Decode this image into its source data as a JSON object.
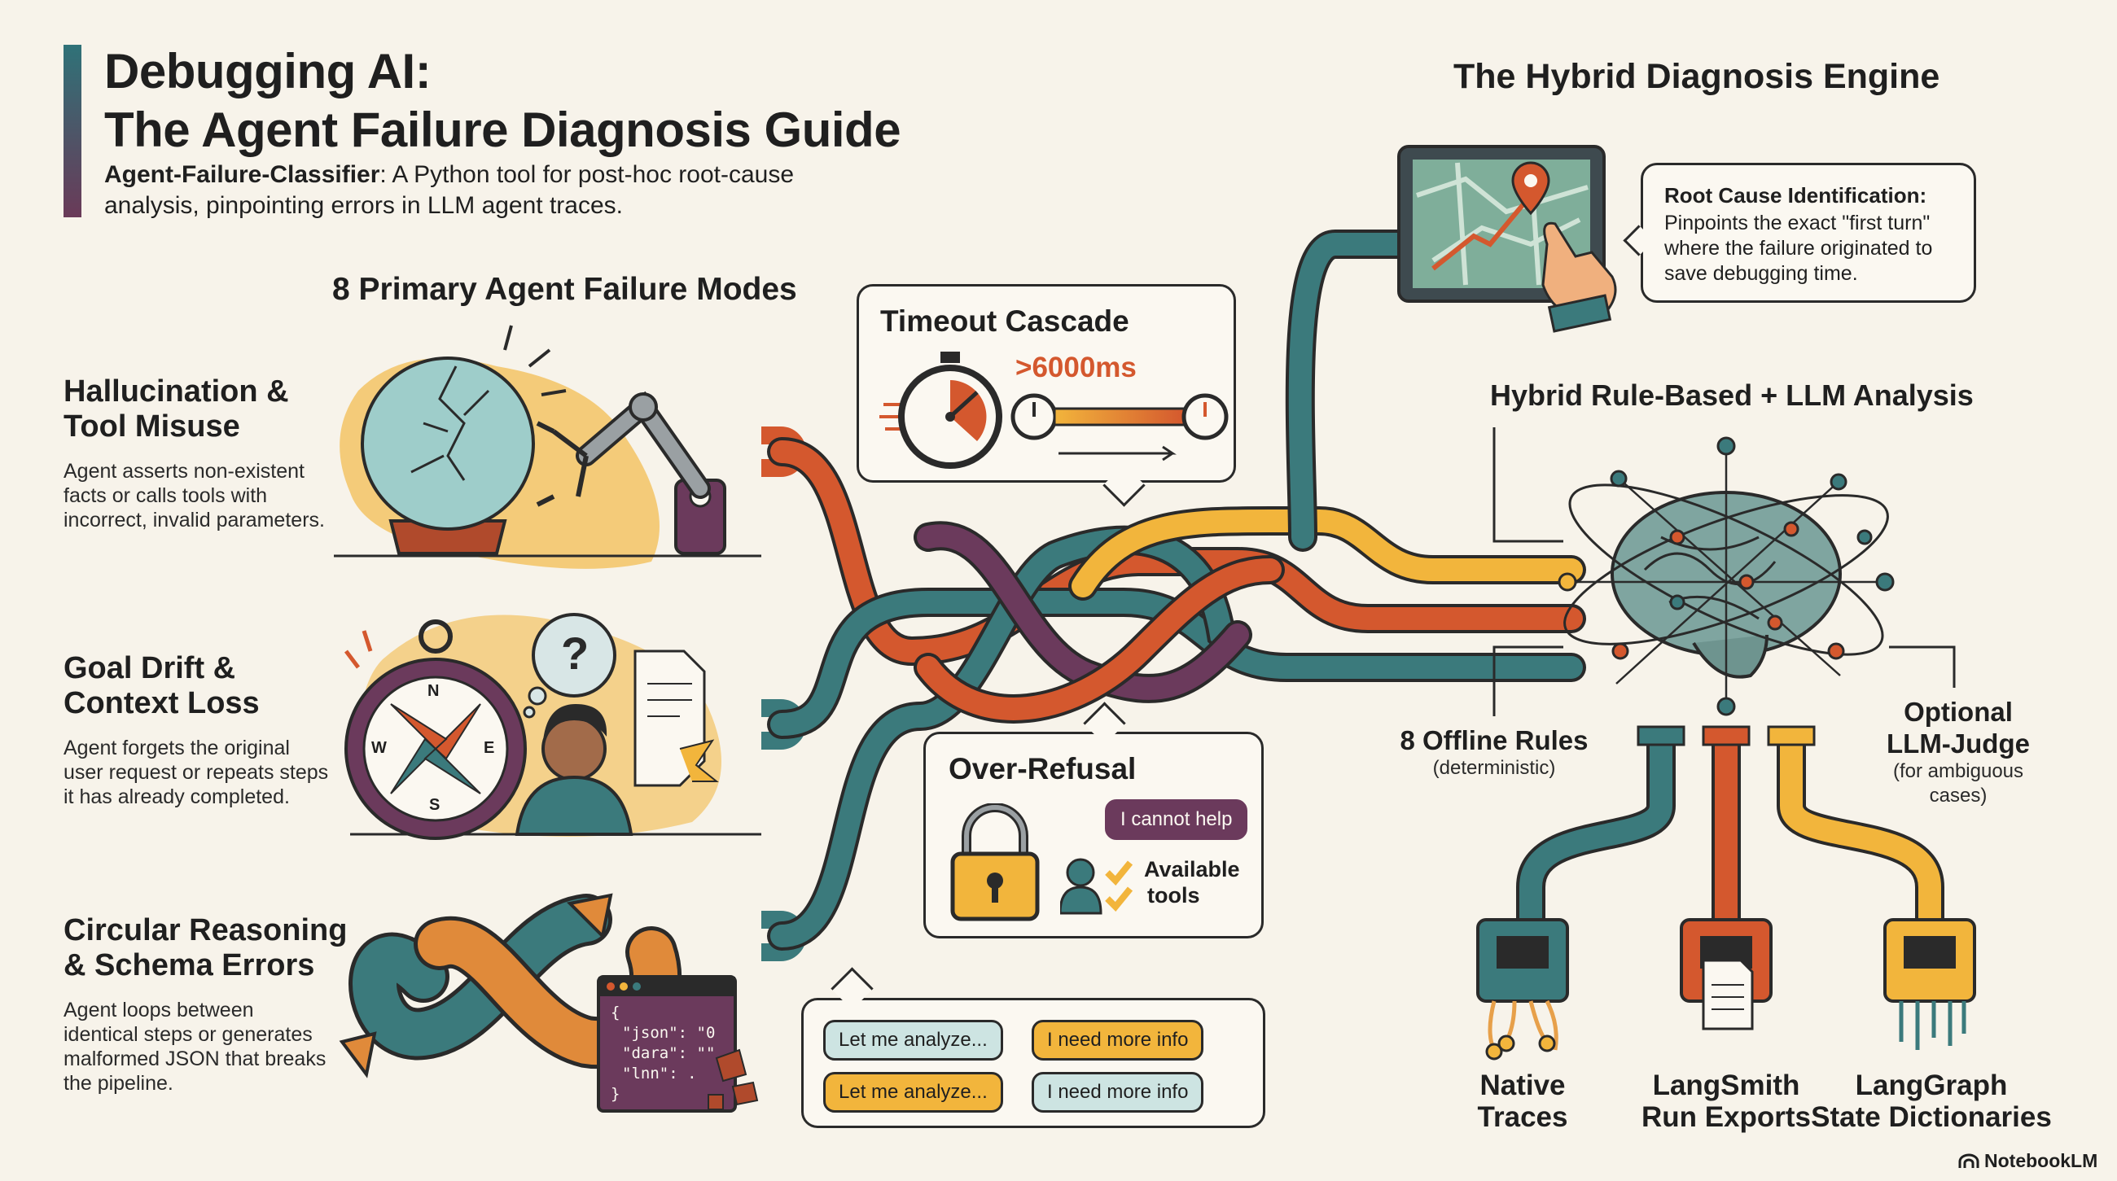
{
  "header": {
    "title_line1": "Debugging AI:",
    "title_line2": "The Agent Failure Diagnosis Guide",
    "tool_name": "Agent-Failure-Classifier",
    "description_line1": ": A Python tool for post-hoc root-cause",
    "description_line2": "analysis, pinpointing errors in LLM agent traces."
  },
  "failure_modes": {
    "heading": "8 Primary Agent Failure Modes",
    "items": [
      {
        "title_line1": "Hallucination &",
        "title_line2": "Tool Misuse",
        "desc": [
          "Agent asserts non-existent",
          "facts or calls tools with",
          "incorrect, invalid parameters."
        ]
      },
      {
        "title_line1": "Goal Drift &",
        "title_line2": "Context Loss",
        "desc": [
          "Agent forgets the original",
          "user request or repeats steps",
          "it has already completed."
        ]
      },
      {
        "title_line1": "Circular Reasoning",
        "title_line2": "& Schema Errors",
        "desc": [
          "Agent loops between",
          "identical steps or generates",
          "malformed JSON that breaks",
          "the pipeline."
        ]
      }
    ],
    "code_snippet": [
      "{",
      "\"json\": \"0",
      "\"dara\": \"\"",
      "\"lnn\":  .",
      "}"
    ],
    "question_mark": "?",
    "compass_letters": [
      "N",
      "E",
      "S",
      "W"
    ]
  },
  "timeout_card": {
    "title": "Timeout Cascade",
    "value": ">6000ms"
  },
  "over_refusal_card": {
    "title": "Over-Refusal",
    "refusal_chip": "I cannot help",
    "tools_line1": "Available",
    "tools_line2": "tools"
  },
  "loop_card": {
    "chips": [
      "Let me analyze...",
      "I need more info",
      "Let me analyze...",
      "I need more info"
    ]
  },
  "engine": {
    "heading": "The Hybrid Diagnosis Engine",
    "root_cause": {
      "title": "Root Cause Identification:",
      "lines": [
        "Pinpoints the exact \"first turn\"",
        "where the failure originated to",
        "save debugging time."
      ]
    },
    "analysis_heading": "Hybrid Rule-Based + LLM Analysis",
    "offline_rules": {
      "title": "8 Offline Rules",
      "sub": "(deterministic)"
    },
    "llm_judge": {
      "title_line1": "Optional",
      "title_line2": "LLM-Judge",
      "sub_line1": "(for ambiguous",
      "sub_line2": "cases)"
    }
  },
  "inputs": [
    {
      "line1": "Native",
      "line2": "Traces"
    },
    {
      "line1": "LangSmith",
      "line2": "Run Exports"
    },
    {
      "line1": "LangGraph",
      "line2": "State Dictionaries"
    }
  ],
  "branding": {
    "logo": "NotebookLM"
  },
  "colors": {
    "teal": "#3b7a7c",
    "orange": "#d4582e",
    "purple": "#6b3a5c",
    "yellow": "#f2b53c",
    "background": "#f7f3ea",
    "ink": "#2a2a2a"
  }
}
